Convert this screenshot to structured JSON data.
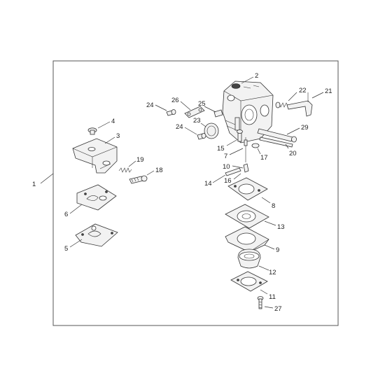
{
  "diagram": {
    "callouts": {
      "c1": "1",
      "c2": "2",
      "c3": "3",
      "c4": "4",
      "c5": "5",
      "c6": "6",
      "c7": "7",
      "c8": "8",
      "c9": "9",
      "c10": "10",
      "c11": "11",
      "c12": "12",
      "c13": "13",
      "c14": "14",
      "c15": "15",
      "c16": "16",
      "c17": "17",
      "c18": "18",
      "c19": "19",
      "c20": "20",
      "c21": "21",
      "c22": "22",
      "c23": "23",
      "c24a": "24",
      "c24b": "24",
      "c25": "25",
      "c26": "26",
      "c27": "27",
      "c29": "29"
    },
    "colors": {
      "line": "#333333",
      "fill": "#f2f2f2",
      "border": "#555555"
    }
  }
}
